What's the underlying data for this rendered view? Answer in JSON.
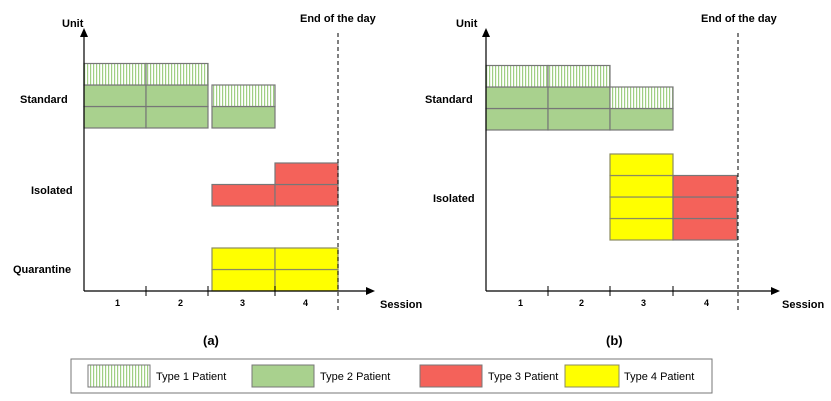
{
  "colors": {
    "type1_fill": "#ffffff",
    "type1_stripe": "#9fcf83",
    "type2": "#a9d18e",
    "type3": "#f4625a",
    "type4": "#ffff00",
    "box_stroke": "#777777",
    "type4_stroke": "#8b8b60"
  },
  "panels": [
    {
      "id": "a",
      "caption": "(a)",
      "y_axis_label": "Unit",
      "x_axis_label": "Session",
      "end_of_day_label": "End of the day",
      "units": [
        "Standard",
        "Isolated",
        "Quarantine"
      ],
      "sessions": [
        "1",
        "2",
        "3",
        "4"
      ],
      "blocks": [
        {
          "unit": "Standard",
          "session": 1,
          "level": 0,
          "type": 2
        },
        {
          "unit": "Standard",
          "session": 1,
          "level": 1,
          "type": 2
        },
        {
          "unit": "Standard",
          "session": 1,
          "level": 2,
          "type": 1
        },
        {
          "unit": "Standard",
          "session": 2,
          "level": 0,
          "type": 2
        },
        {
          "unit": "Standard",
          "session": 2,
          "level": 1,
          "type": 2
        },
        {
          "unit": "Standard",
          "session": 2,
          "level": 2,
          "type": 1
        },
        {
          "unit": "Standard",
          "session": 3,
          "level": 0,
          "type": 2
        },
        {
          "unit": "Standard",
          "session": 3,
          "level": 1,
          "type": 1
        },
        {
          "unit": "Isolated",
          "session": 3,
          "level": 0,
          "type": 3
        },
        {
          "unit": "Isolated",
          "session": 4,
          "level": 0,
          "type": 3
        },
        {
          "unit": "Isolated",
          "session": 4,
          "level": 1,
          "type": 3
        },
        {
          "unit": "Quarantine",
          "session": 3,
          "level": 0,
          "type": 4
        },
        {
          "unit": "Quarantine",
          "session": 3,
          "level": 1,
          "type": 4
        },
        {
          "unit": "Quarantine",
          "session": 4,
          "level": 0,
          "type": 4
        },
        {
          "unit": "Quarantine",
          "session": 4,
          "level": 1,
          "type": 4
        }
      ]
    },
    {
      "id": "b",
      "caption": "(b)",
      "y_axis_label": "Unit",
      "x_axis_label": "Session",
      "end_of_day_label": "End of the day",
      "units": [
        "Standard",
        "Isolated"
      ],
      "sessions": [
        "1",
        "2",
        "3",
        "4"
      ],
      "blocks": [
        {
          "unit": "Standard",
          "session": 1,
          "level": 0,
          "type": 2
        },
        {
          "unit": "Standard",
          "session": 1,
          "level": 1,
          "type": 2
        },
        {
          "unit": "Standard",
          "session": 1,
          "level": 2,
          "type": 1
        },
        {
          "unit": "Standard",
          "session": 2,
          "level": 0,
          "type": 2
        },
        {
          "unit": "Standard",
          "session": 2,
          "level": 1,
          "type": 2
        },
        {
          "unit": "Standard",
          "session": 2,
          "level": 2,
          "type": 1
        },
        {
          "unit": "Standard",
          "session": 3,
          "level": 0,
          "type": 2
        },
        {
          "unit": "Standard",
          "session": 3,
          "level": 1,
          "type": 1
        },
        {
          "unit": "Isolated",
          "session": 3,
          "level": 0,
          "type": 4
        },
        {
          "unit": "Isolated",
          "session": 3,
          "level": 1,
          "type": 4
        },
        {
          "unit": "Isolated",
          "session": 3,
          "level": 2,
          "type": 4
        },
        {
          "unit": "Isolated",
          "session": 3,
          "level": 3,
          "type": 4
        },
        {
          "unit": "Isolated",
          "session": 4,
          "level": 0,
          "type": 3
        },
        {
          "unit": "Isolated",
          "session": 4,
          "level": 1,
          "type": 3
        },
        {
          "unit": "Isolated",
          "session": 4,
          "level": 2,
          "type": 3
        }
      ]
    }
  ],
  "legend": [
    {
      "type": 1,
      "label": "Type 1 Patient"
    },
    {
      "type": 2,
      "label": "Type 2 Patient"
    },
    {
      "type": 3,
      "label": "Type 3 Patient"
    },
    {
      "type": 4,
      "label": "Type 4 Patient"
    }
  ]
}
